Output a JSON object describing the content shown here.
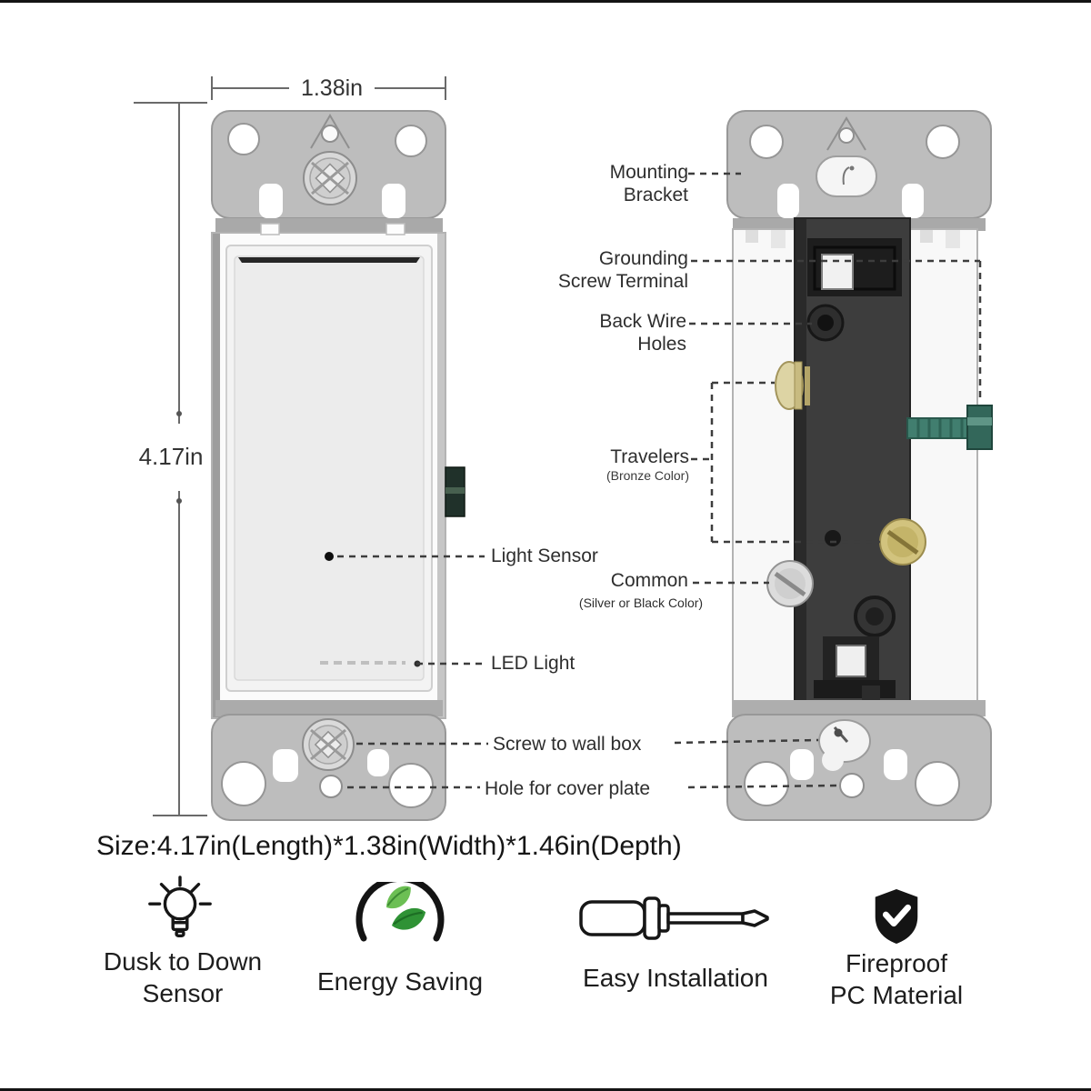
{
  "diagram": {
    "dimensions": {
      "width": "1.38in",
      "height": "4.17in"
    },
    "size_caption": "Size:4.17in(Length)*1.38in(Width)*1.46in(Depth)",
    "callouts": {
      "mounting_bracket": {
        "line1": "Mounting",
        "line2": "Bracket"
      },
      "grounding_screw_terminal": {
        "line1": "Grounding",
        "line2": "Screw Terminal"
      },
      "back_wire_holes": {
        "line1": "Back Wire",
        "line2": "Holes"
      },
      "travelers": {
        "label": "Travelers",
        "note": "(Bronze Color)"
      },
      "light_sensor": {
        "label": "Light Sensor"
      },
      "common": {
        "label": "Common",
        "note": "(Silver or Black Color)"
      },
      "led_light": {
        "label": "LED Light"
      },
      "screw_to_wall_box": {
        "label": "Screw to wall box"
      },
      "hole_for_cover_plate": {
        "label": "Hole for cover plate"
      }
    },
    "features": [
      {
        "icon": "bulb-icon",
        "line1": "Dusk to Down",
        "line2": "Sensor"
      },
      {
        "icon": "leaf-arc-icon",
        "line1": "Energy Saving",
        "line2": ""
      },
      {
        "icon": "screwdriver-icon",
        "line1": "Easy Installation",
        "line2": ""
      },
      {
        "icon": "shield-check-icon",
        "line1": "Fireproof",
        "line2": "PC Material"
      }
    ],
    "colors": {
      "bracket_gray": "#bdbdbd",
      "body_white": "#f8f8f8",
      "mechanism_dark": "#3d3d3d",
      "brass": "#d2c37e",
      "silver": "#dcdcdc",
      "ground_screw_green": "#417e6f",
      "leaf_green_light": "#6cbf54",
      "leaf_green_dark": "#2f9235",
      "callout_line": "#3d3d3d"
    }
  }
}
